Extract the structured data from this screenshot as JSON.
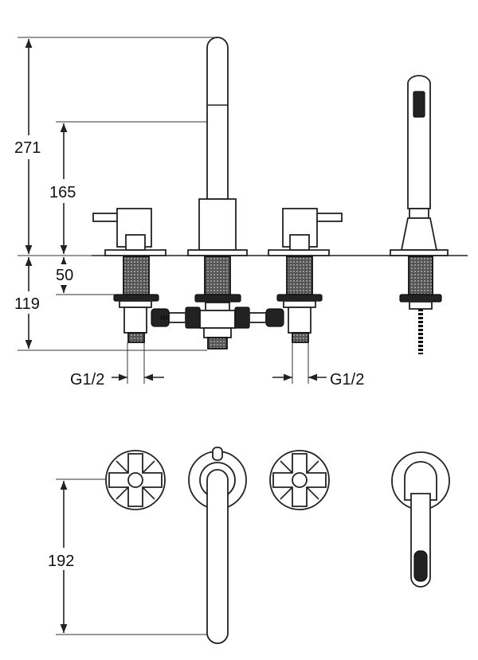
{
  "dimensions": {
    "total_height": "271",
    "spout_height": "165",
    "deck_thickness": "50",
    "below_deck": "119",
    "plan_depth": "192"
  },
  "connections": {
    "left_thread": "G1/2",
    "right_thread": "G1/2"
  },
  "colors": {
    "line": "#222222",
    "background": "#ffffff"
  }
}
